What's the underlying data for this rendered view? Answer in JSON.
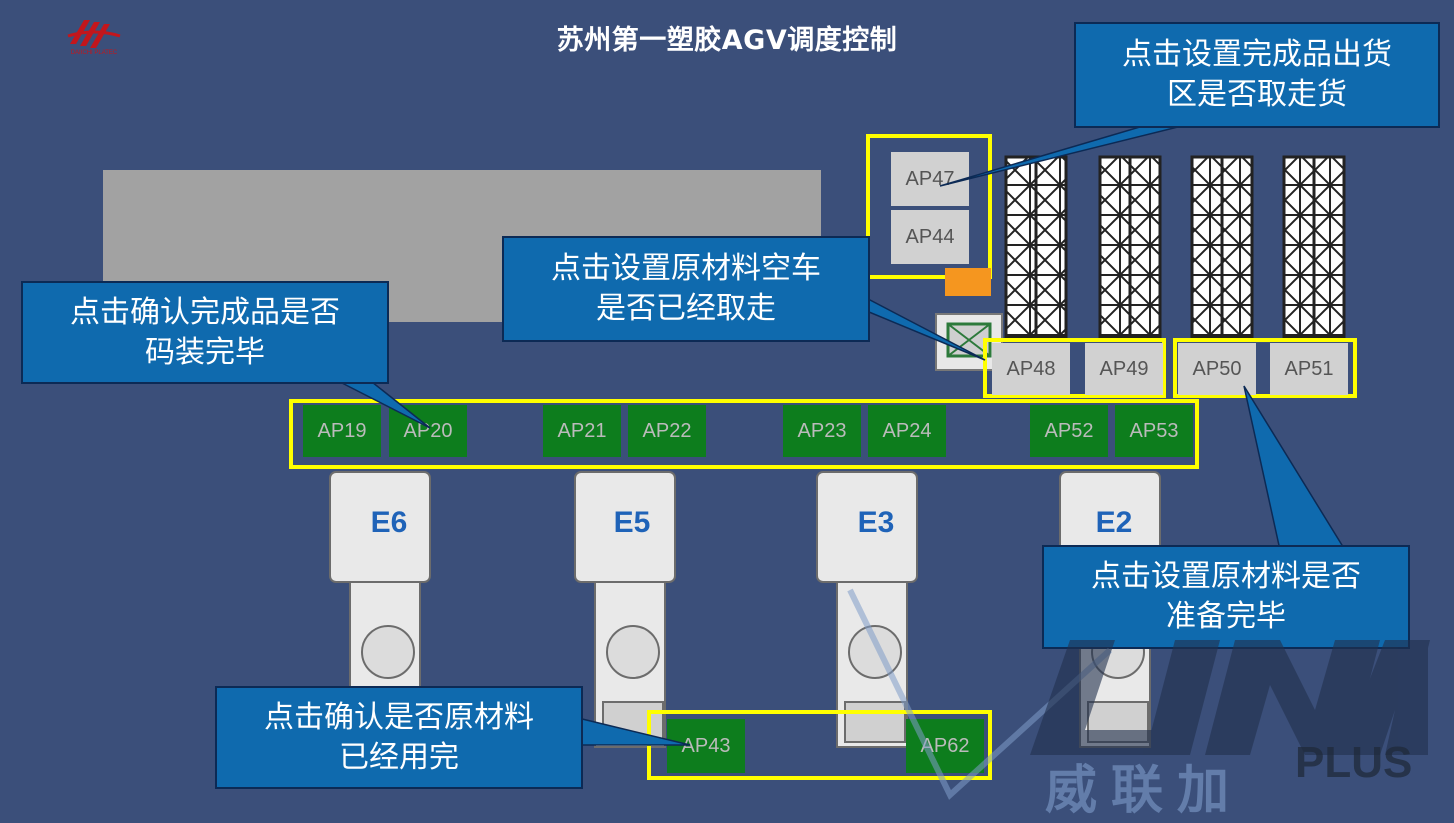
{
  "title": "苏州第一塑胶AGV调度控制",
  "logo_text": "DAIICHI PLATEC",
  "stations": {
    "ap47": "AP47",
    "ap44": "AP44",
    "ap48": "AP48",
    "ap49": "AP49",
    "ap50": "AP50",
    "ap51": "AP51",
    "ap19": "AP19",
    "ap20": "AP20",
    "ap21": "AP21",
    "ap22": "AP22",
    "ap23": "AP23",
    "ap24": "AP24",
    "ap52": "AP52",
    "ap53": "AP53",
    "ap43": "AP43",
    "ap62": "AP62"
  },
  "machines": [
    "E6",
    "E5",
    "E3",
    "E2"
  ],
  "callouts": {
    "finished_shipping": [
      "点击设置完成品出货",
      "区是否取走货"
    ],
    "empty_cart": [
      "点击设置原材料空车",
      "是否已经取走"
    ],
    "finished_packed": [
      "点击确认完成品是否",
      "码装完毕"
    ],
    "material_ready": [
      "点击设置原材料是否",
      "准备完毕"
    ],
    "material_used": [
      "点击确认是否原材料",
      "已经用完"
    ]
  },
  "watermark": {
    "cn": "威联加",
    "en": "PLUS"
  },
  "colors": {
    "background": "#3b4f7a",
    "highlight": "#ffff00",
    "callout": "#0f6aae",
    "station_green": "#0d7d1d",
    "station_gray": "#d1d1d1"
  }
}
